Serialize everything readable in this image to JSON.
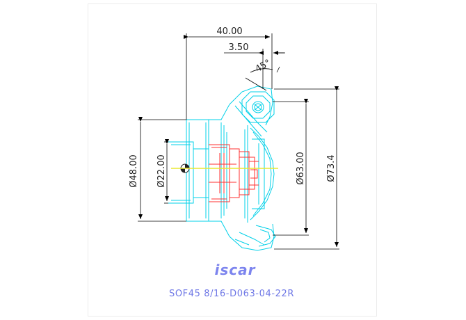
{
  "drawing": {
    "dimensions": {
      "overall_length": "40.00",
      "insert_offset": "3.50",
      "lead_angle": "45°",
      "bore_diameter": "Ø22.00",
      "hub_diameter": "Ø48.00",
      "cutting_diameter": "Ø63.00",
      "max_diameter": "Ø73.4"
    },
    "brand": "iscar",
    "part_number": "SOF45 8/16-D063-04-22R"
  },
  "colors": {
    "body_outline": "#00d0e8",
    "inner_detail": "#ff3030",
    "dimension_line": "#000000",
    "centerline": "#e8e830",
    "title_text": "#6f78e6",
    "logo": "#7c84ee"
  }
}
